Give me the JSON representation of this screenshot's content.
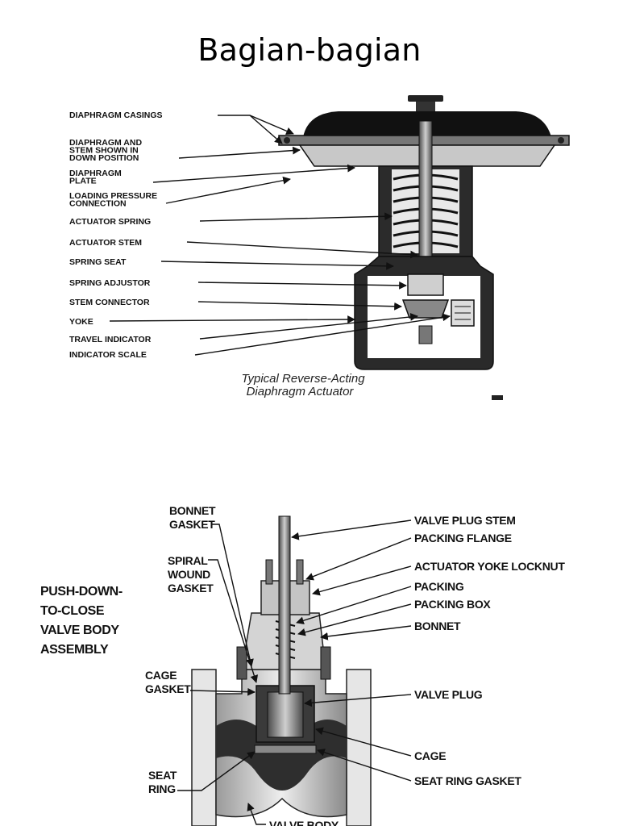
{
  "title": "Bagian-bagian",
  "actuator": {
    "labels": [
      {
        "lines": [
          "DIAPHRAGM CASINGS"
        ]
      },
      {
        "lines": [
          "DIAPHRAGM AND",
          "STEM SHOWN IN",
          "DOWN POSITION"
        ]
      },
      {
        "lines": [
          "DIAPHRAGM",
          "PLATE"
        ]
      },
      {
        "lines": [
          "LOADING PRESSURE",
          "CONNECTION"
        ]
      },
      {
        "lines": [
          "ACTUATOR SPRING"
        ]
      },
      {
        "lines": [
          "ACTUATOR STEM"
        ]
      },
      {
        "lines": [
          "SPRING SEAT"
        ]
      },
      {
        "lines": [
          "SPRING ADJUSTOR"
        ]
      },
      {
        "lines": [
          "STEM CONNECTOR"
        ]
      },
      {
        "lines": [
          "YOKE"
        ]
      },
      {
        "lines": [
          "TRAVEL INDICATOR"
        ]
      },
      {
        "lines": [
          "INDICATOR SCALE"
        ]
      }
    ],
    "caption": [
      "Typical Reverse-Acting",
      "Diaphragm Actuator"
    ]
  },
  "valve_body": {
    "side_title": [
      "PUSH-DOWN-",
      "TO-CLOSE",
      "VALVE BODY",
      "ASSEMBLY"
    ],
    "left_labels": [
      {
        "lines": [
          "BONNET",
          "GASKET"
        ]
      },
      {
        "lines": [
          "SPIRAL",
          "WOUND",
          "GASKET"
        ]
      },
      {
        "lines": [
          "CAGE",
          "GASKET"
        ]
      },
      {
        "lines": [
          "SEAT",
          "RING"
        ]
      }
    ],
    "right_labels": [
      {
        "lines": [
          "VALVE PLUG STEM"
        ]
      },
      {
        "lines": [
          "PACKING FLANGE"
        ]
      },
      {
        "lines": [
          "ACTUATOR YOKE LOCKNUT"
        ]
      },
      {
        "lines": [
          "PACKING"
        ]
      },
      {
        "lines": [
          "PACKING BOX"
        ]
      },
      {
        "lines": [
          "BONNET"
        ]
      },
      {
        "lines": [
          "VALVE PLUG"
        ]
      },
      {
        "lines": [
          "CAGE"
        ]
      },
      {
        "lines": [
          "SEAT RING GASKET"
        ]
      }
    ],
    "bottom_labels": [
      {
        "lines": [
          "VALVE BODY"
        ]
      }
    ]
  }
}
